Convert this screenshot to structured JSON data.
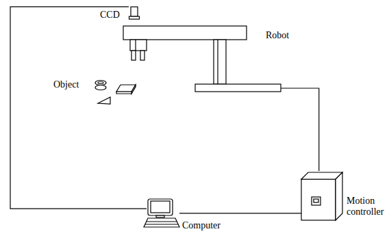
{
  "diagram": {
    "nodes": [
      {
        "text": [
          "CCD"
        ]
      },
      {
        "text": [
          "Robot"
        ]
      },
      {
        "text": [
          "Motion controller"
        ]
      },
      {
        "text": [
          "Computer"
        ]
      }
    ],
    "edges": [
      {
        "from": 0,
        "to": 3,
        "arrow": "none"
      },
      {
        "from": 1,
        "to": 2,
        "arrow": "none"
      },
      {
        "from": 3,
        "to": 2,
        "arrow": "none"
      }
    ],
    "labels": [
      "Object"
    ]
  }
}
